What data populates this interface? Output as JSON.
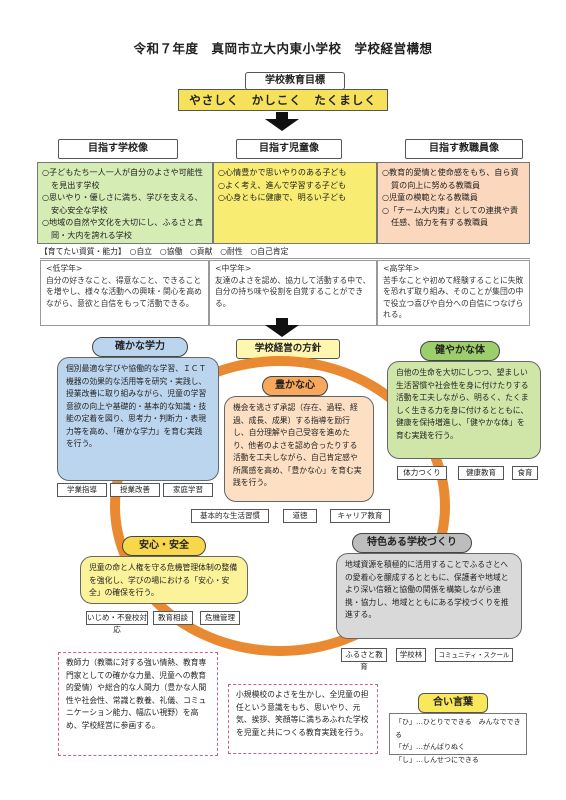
{
  "title": "令和７年度　真岡市立大内東小学校　学校経営構想",
  "school_goal": {
    "label": "学校教育目標",
    "motto": "やさしく　かしこく　たくましく"
  },
  "columns": [
    {
      "label": "目指す学校像",
      "bg": "#d5ecb4",
      "items": [
        "○子どもたち一人一人が自分のよさや可能性を見出す学校",
        "○思いやり・優しさに満ち、学びを支える、安心安全な学校",
        "○地域の自然や文化を大切にし、ふるさと真岡・大内を誇れる学校"
      ]
    },
    {
      "label": "目指す児童像",
      "bg": "#f8ed72",
      "items": [
        "○心情豊かで思いやりのある子ども",
        "○よく考え、進んで学習する子ども",
        "○心身ともに健康で、明るい子ども"
      ]
    },
    {
      "label": "目指す教職員像",
      "bg": "#fbd8bd",
      "items": [
        "○教育的愛情と使命感をもち、自ら資質の向上に努める教職員",
        "○児童の模範となる教職員",
        "○「チーム大内東」としての連携や責任感、協力を有する教職員"
      ]
    }
  ],
  "qualities": "【育てたい資質・能力】　○自立　○協働　○貢献　○耐性　○自己肯定",
  "grades": [
    {
      "label": "<低学年>",
      "text": "自分の好きなこと、得意なこと、できることを増やし、様々な活動への興味・関心を高めながら、意欲と自信をもって活動できる。"
    },
    {
      "label": "<中学年>",
      "text": "友達のよさを認め、協力して活動する中で、自分の持ち味や役割を自覚することができる。"
    },
    {
      "label": "<高学年>",
      "text": "苦手なことや初めて経験することに失敗を恐れず取り組み、そのことが集団の中で役立つ喜びや自分への自信につなげられる。"
    }
  ],
  "policy_label": "学校経営の方針",
  "pillars": {
    "academic": {
      "label": "確かな学力",
      "text": "個別最適な学びや協働的な学習、ＩＣＴ機器の効果的な活用等を研究・実践し、授業改善に取り組みながら、児童の学習意欲の向上や基礎的・基本的な知識・技能の定着を図り、思考力・判断力・表現力等を高め、「確かな学力」を育む実践を行う。",
      "tags": [
        "学業指導",
        "授業改善",
        "家庭学習"
      ]
    },
    "mind": {
      "label": "豊かな心",
      "text": "機会を逃さず承認（存在、過程、経過、成長、成果）する指導を励行し、自分理解や自己受容を進めたり、他者のよさを認め合ったりする活動を工夫しながら、自己肯定感や所属感を高め、「豊かな心」を育む実践を行う。",
      "tags": [
        "基本的な生活習慣",
        "道徳",
        "キャリア教育"
      ]
    },
    "health": {
      "label": "健やかな体",
      "text": "自他の生命を大切にしつつ、望ましい生活習慣や社会性を身に付けたりする活動を工夫しながら、明るく、たくましく生きる力を身に付けるとともに、健康を保持増進し、「健やかな体」を育む実践を行う。",
      "tags": [
        "体力つくり",
        "健康教育",
        "食育"
      ]
    },
    "safety": {
      "label": "安心・安全",
      "text": "児童の命と人権を守る危機管理体制の整備を強化し、学びの場における「安心・安全」の確保を行う。",
      "tags": [
        "いじめ・不登校対応",
        "教育相談",
        "危機管理"
      ]
    },
    "distinctive": {
      "label": "特色ある学校づくり",
      "text": "地域資源を積極的に活用することでふるさとへの愛着心を醸成するとともに、保護者や地域とより深い信頼と協働の関係を構築しながら連携・協力し、地域とともにある学校づくりを推進する。",
      "tags": [
        "ふるさと教育",
        "学校林",
        "コミュニティ・スクール"
      ]
    }
  },
  "teacher_note": "教師力（教職に対する強い情熱、教育専門家としての確かな力量、児童への教育的愛情）や総合的な人間力（豊かな人間性や社会性、常識と教養、礼儀、コミュニケーション能力、幅広い視野）を高め、学校経営に参画する。",
  "small_school_note": "小規模校のよさを生かし、全児童の担任という意識をもち、思いやり、元気、挨拶、笑顔等に満ちあふれた学校を児童と共につくる教育実践を行う。",
  "slogan": {
    "label": "合い言葉",
    "lines": [
      "「ひ」…ひとりでできる　みんなでできる",
      "「が」…がんばりぬく",
      "「し」…しんせつにできる"
    ]
  },
  "colors": {
    "academic": "#bcd5ee",
    "mind": "#fde0c4",
    "health": "#cfe6a8",
    "safety": "#fbf29a",
    "distinctive": "#d9d9d9",
    "ring": "#e98a33"
  }
}
